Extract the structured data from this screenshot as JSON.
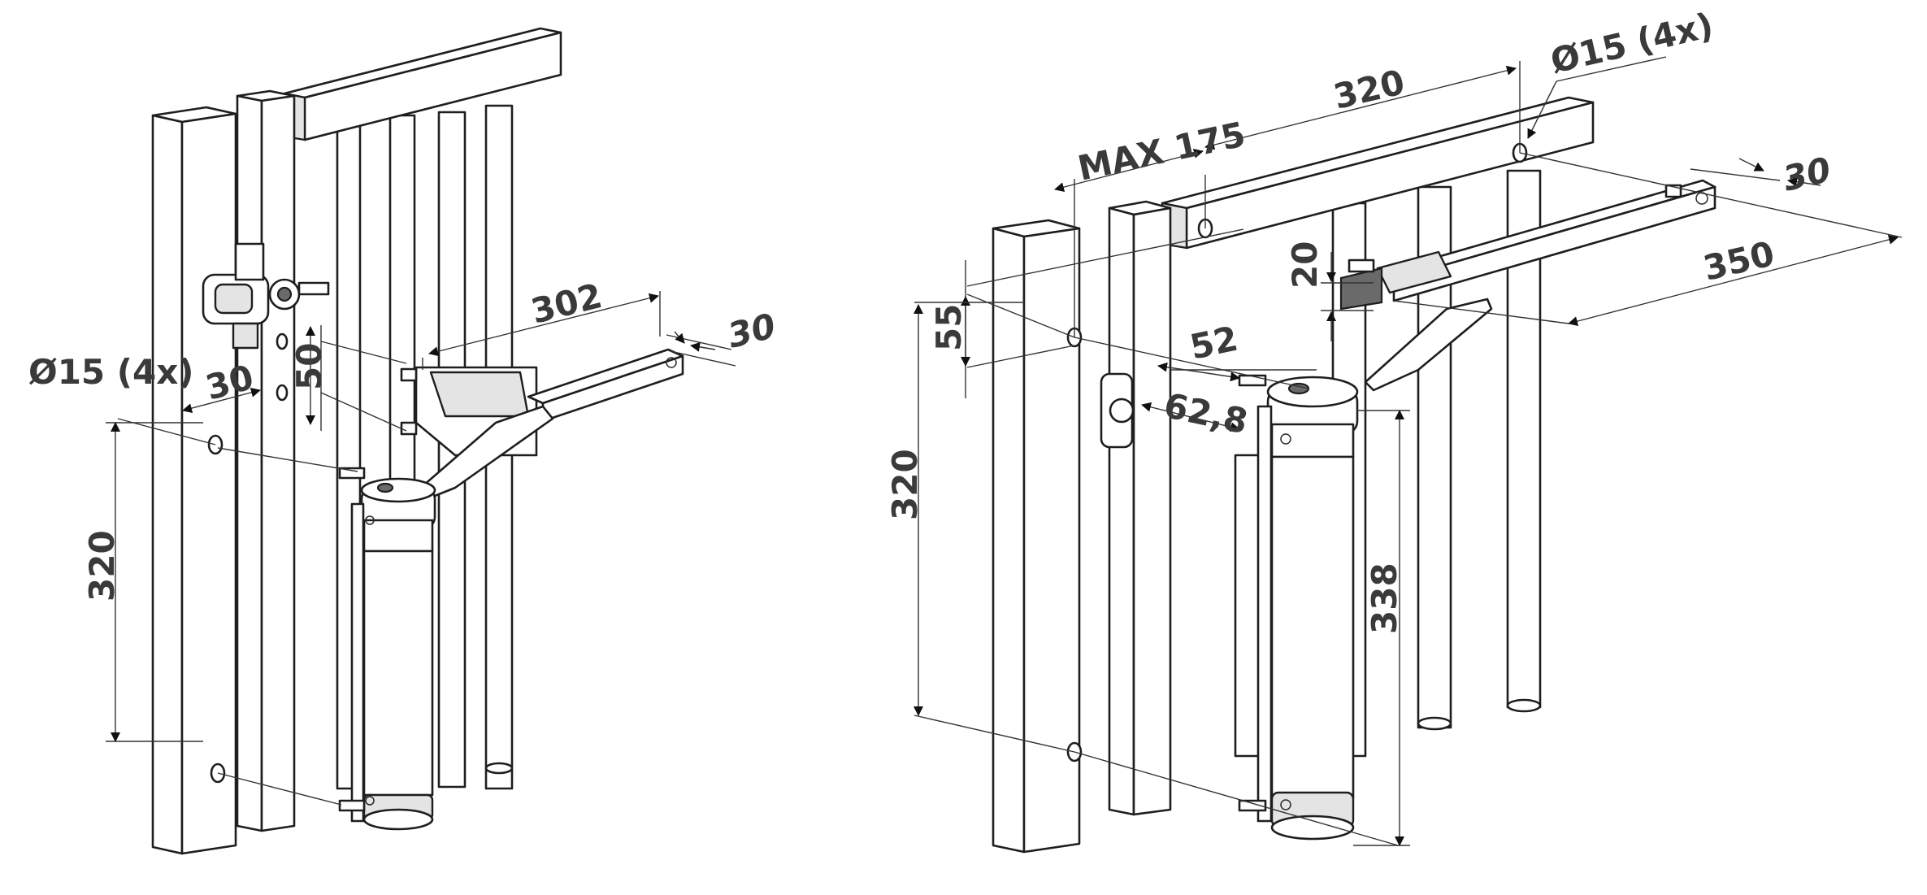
{
  "left_view": {
    "dims": {
      "hole_diameter": "Ø15 (4x)",
      "offset_30": "30",
      "spacing_50": "50",
      "arm_length": "302",
      "arm_width": "30",
      "post_hole_distance": "320"
    }
  },
  "right_view": {
    "dims": {
      "max_175": "MAX 175",
      "rail_hole_distance": "320",
      "hole_diameter": "Ø15 (4x)",
      "arm_width": "30",
      "height_20": "20",
      "arm_length": "350",
      "offset_55": "55",
      "offset_52": "52",
      "offset_62_8": "62,8",
      "post_hole_distance": "320",
      "closer_height": "338"
    }
  }
}
